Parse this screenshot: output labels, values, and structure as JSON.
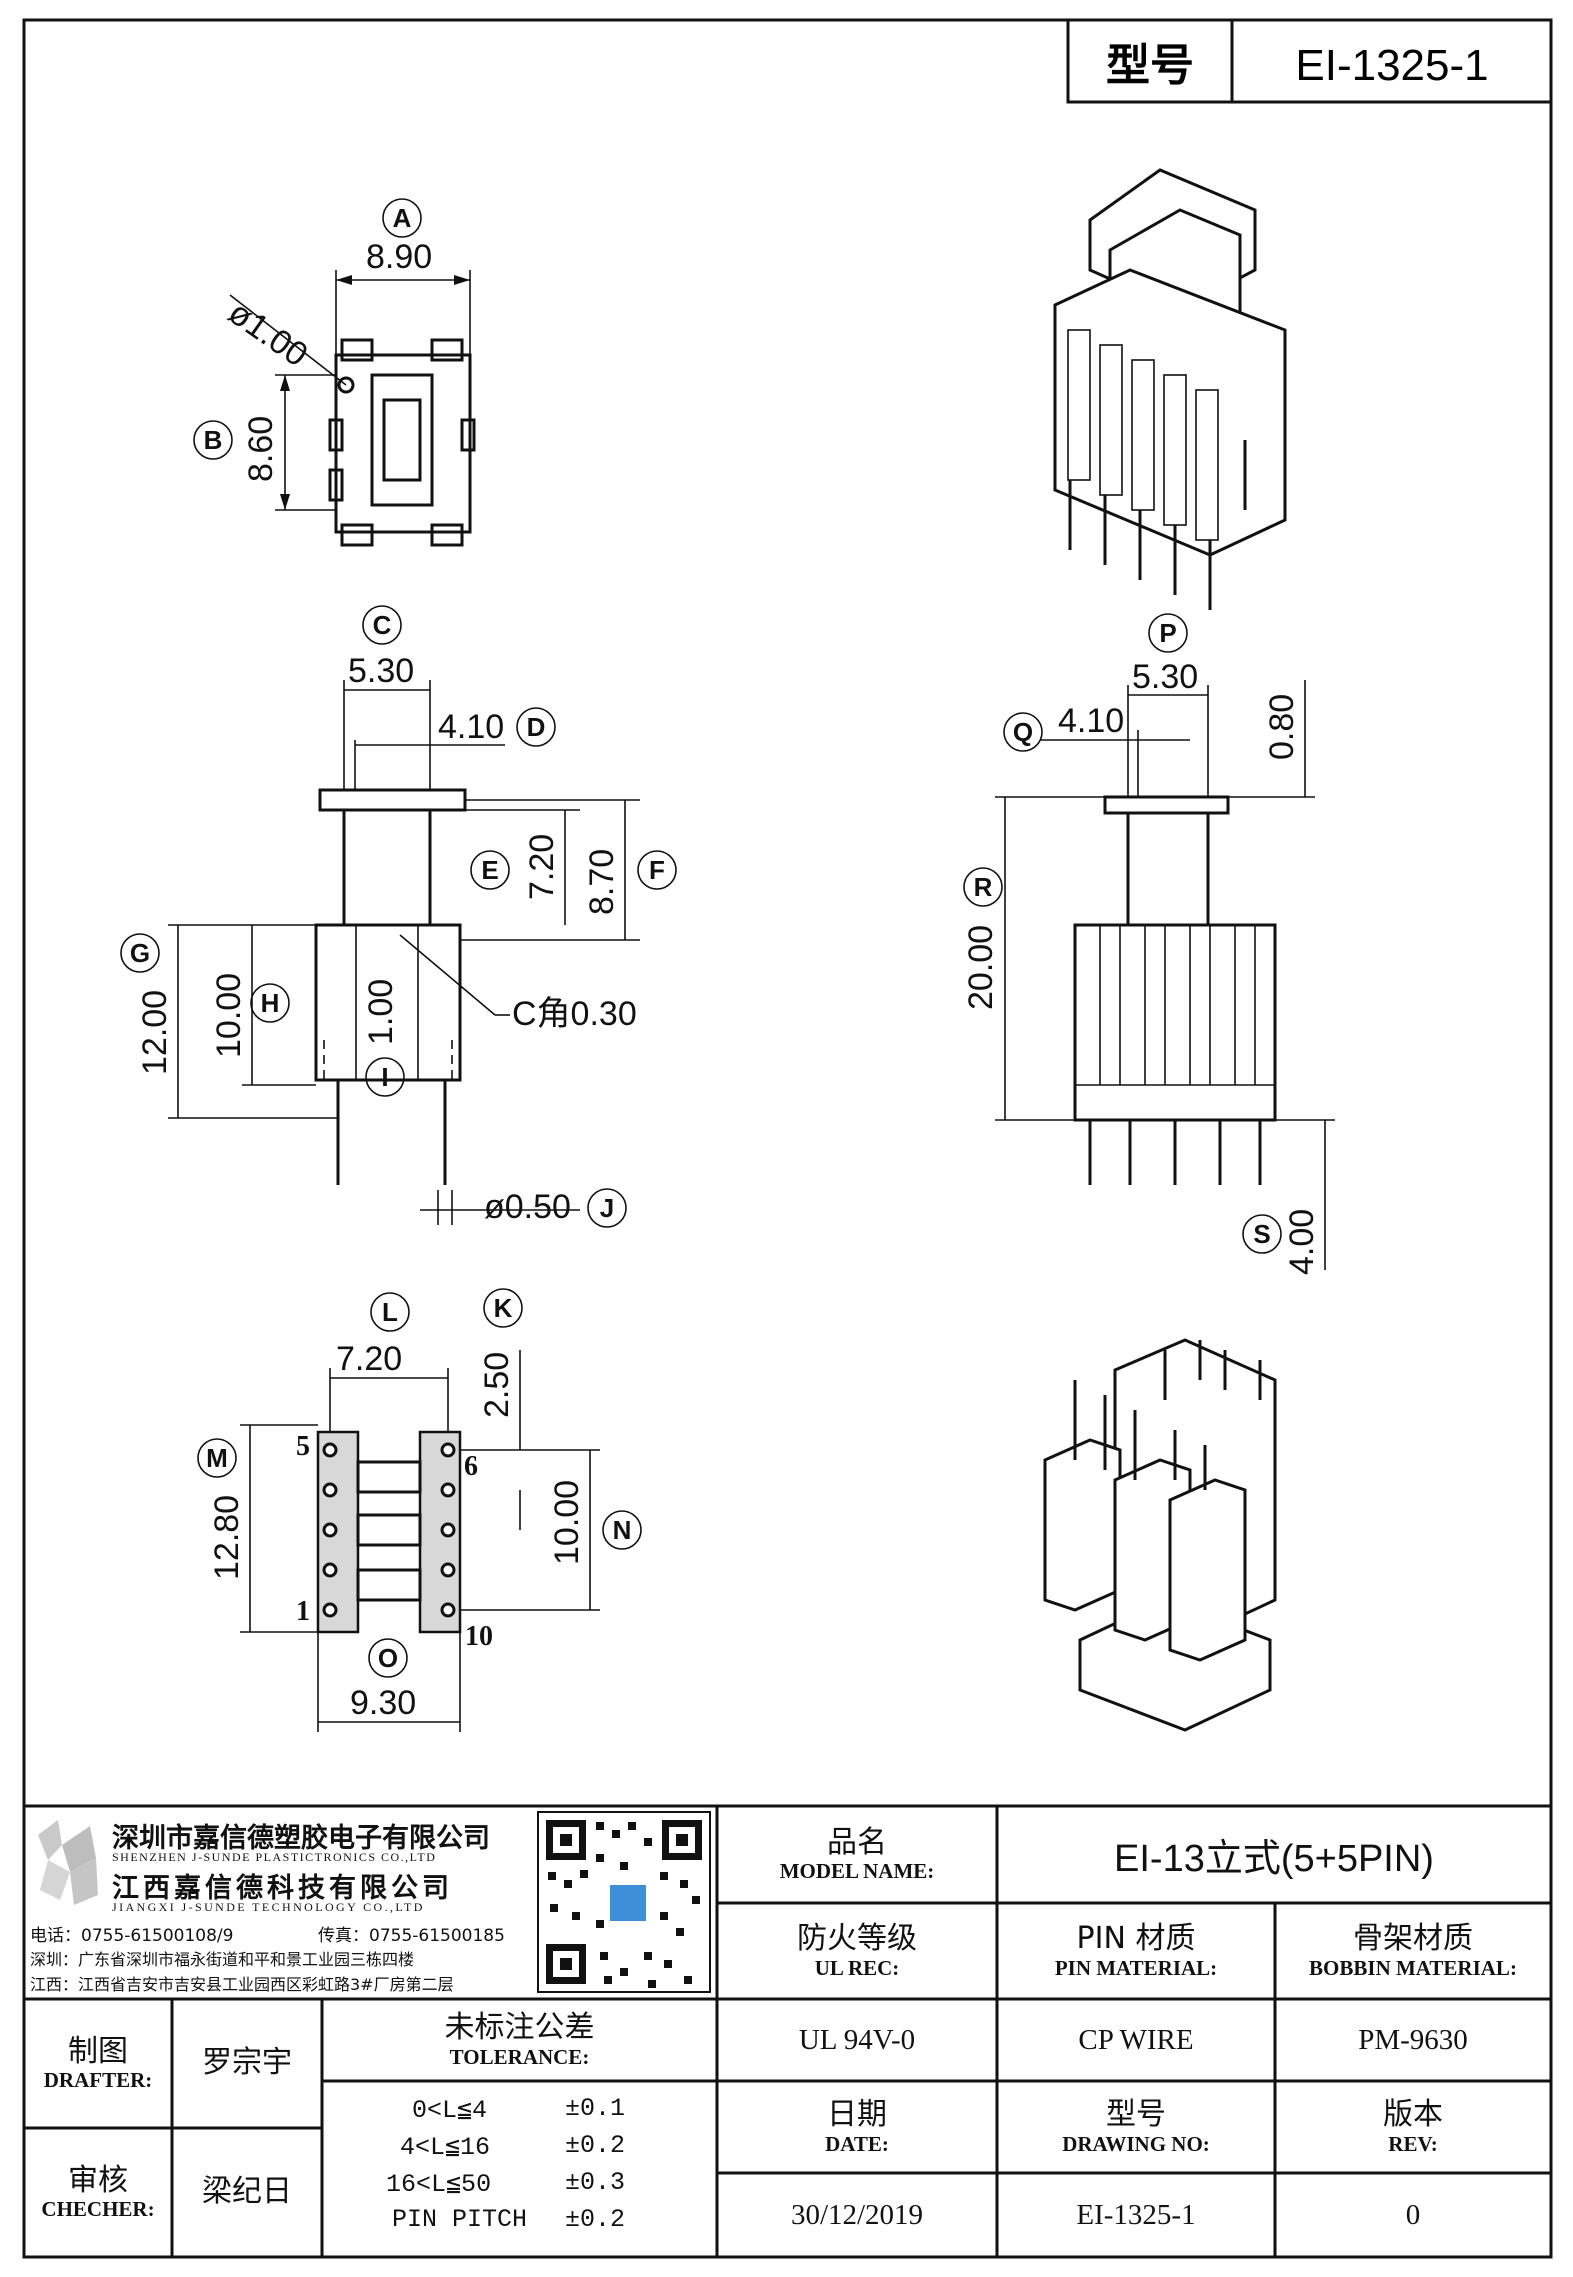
{
  "header": {
    "label": "型号",
    "value": "EI-1325-1"
  },
  "dims": {
    "A": "8.90",
    "dia1": "ø1.00",
    "B": "8.60",
    "C": "5.30",
    "D": "4.10",
    "E": "7.20",
    "F": "8.70",
    "G": "12.00",
    "H": "10.00",
    "I": "1.00",
    "chamfer": "C角0.30",
    "J": "ø0.50",
    "P": "5.30",
    "Q": "4.10",
    "top": "0.80",
    "R": "20.00",
    "S": "4.00",
    "L": "7.20",
    "K": "2.50",
    "M": "12.80",
    "N": "10.00",
    "O": "9.30"
  },
  "markers": [
    "A",
    "B",
    "C",
    "D",
    "E",
    "F",
    "G",
    "H",
    "I",
    "J",
    "K",
    "L",
    "M",
    "N",
    "O",
    "P",
    "Q",
    "R",
    "S"
  ],
  "pins": {
    "p1": "1",
    "p5": "5",
    "p6": "6",
    "p10": "10"
  },
  "company": {
    "name1": "深圳市嘉信德塑胶电子有限公司",
    "name1_en": "SHENZHEN J-SUNDE PLASTICTRONICS CO.,LTD",
    "name2": "江西嘉信德科技有限公司",
    "name2_en": "JIANGXI J-SUNDE TECHNOLOGY CO.,LTD",
    "phone": "电话：0755-61500108/9",
    "fax": "传真：0755-61500185",
    "addr1": "深圳：广东省深圳市福永街道和平和景工业园三栋四楼",
    "addr2": "江西：江西省吉安市吉安县工业园西区彩虹路3#厂房第二层"
  },
  "titleblock": {
    "model_cn": "品名",
    "model_en": "MODEL NAME:",
    "model_val": "EI-13立式(5+5PIN)",
    "ul_cn": "防火等级",
    "ul_en": "UL REC:",
    "ul_val": "UL 94V-0",
    "pinmat_cn": "PIN 材质",
    "pinmat_en": "PIN MATERIAL:",
    "pinmat_val": "CP WIRE",
    "bob_cn": "骨架材质",
    "bob_en": "BOBBIN MATERIAL:",
    "bob_val": "PM-9630",
    "date_cn": "日期",
    "date_en": "DATE:",
    "date_val": "30/12/2019",
    "dwg_cn": "型号",
    "dwg_en": "DRAWING NO:",
    "dwg_val": "EI-1325-1",
    "rev_cn": "版本",
    "rev_en": "REV:",
    "rev_val": "0",
    "drafter_cn": "制图",
    "drafter_en": "DRAFTER:",
    "drafter_val": "罗宗宇",
    "checker_cn": "审核",
    "checker_en": "CHECHER:",
    "checker_val": "梁纪日",
    "tol_cn": "未标注公差",
    "tol_en": "TOLERANCE:",
    "tol_rows": [
      {
        "range": "0<L≦4",
        "val": "±0.1"
      },
      {
        "range": "4<L≦16",
        "val": "±0.2"
      },
      {
        "range": "16<L≦50",
        "val": "±0.3"
      },
      {
        "range": "PIN PITCH",
        "val": "±0.2"
      }
    ]
  }
}
